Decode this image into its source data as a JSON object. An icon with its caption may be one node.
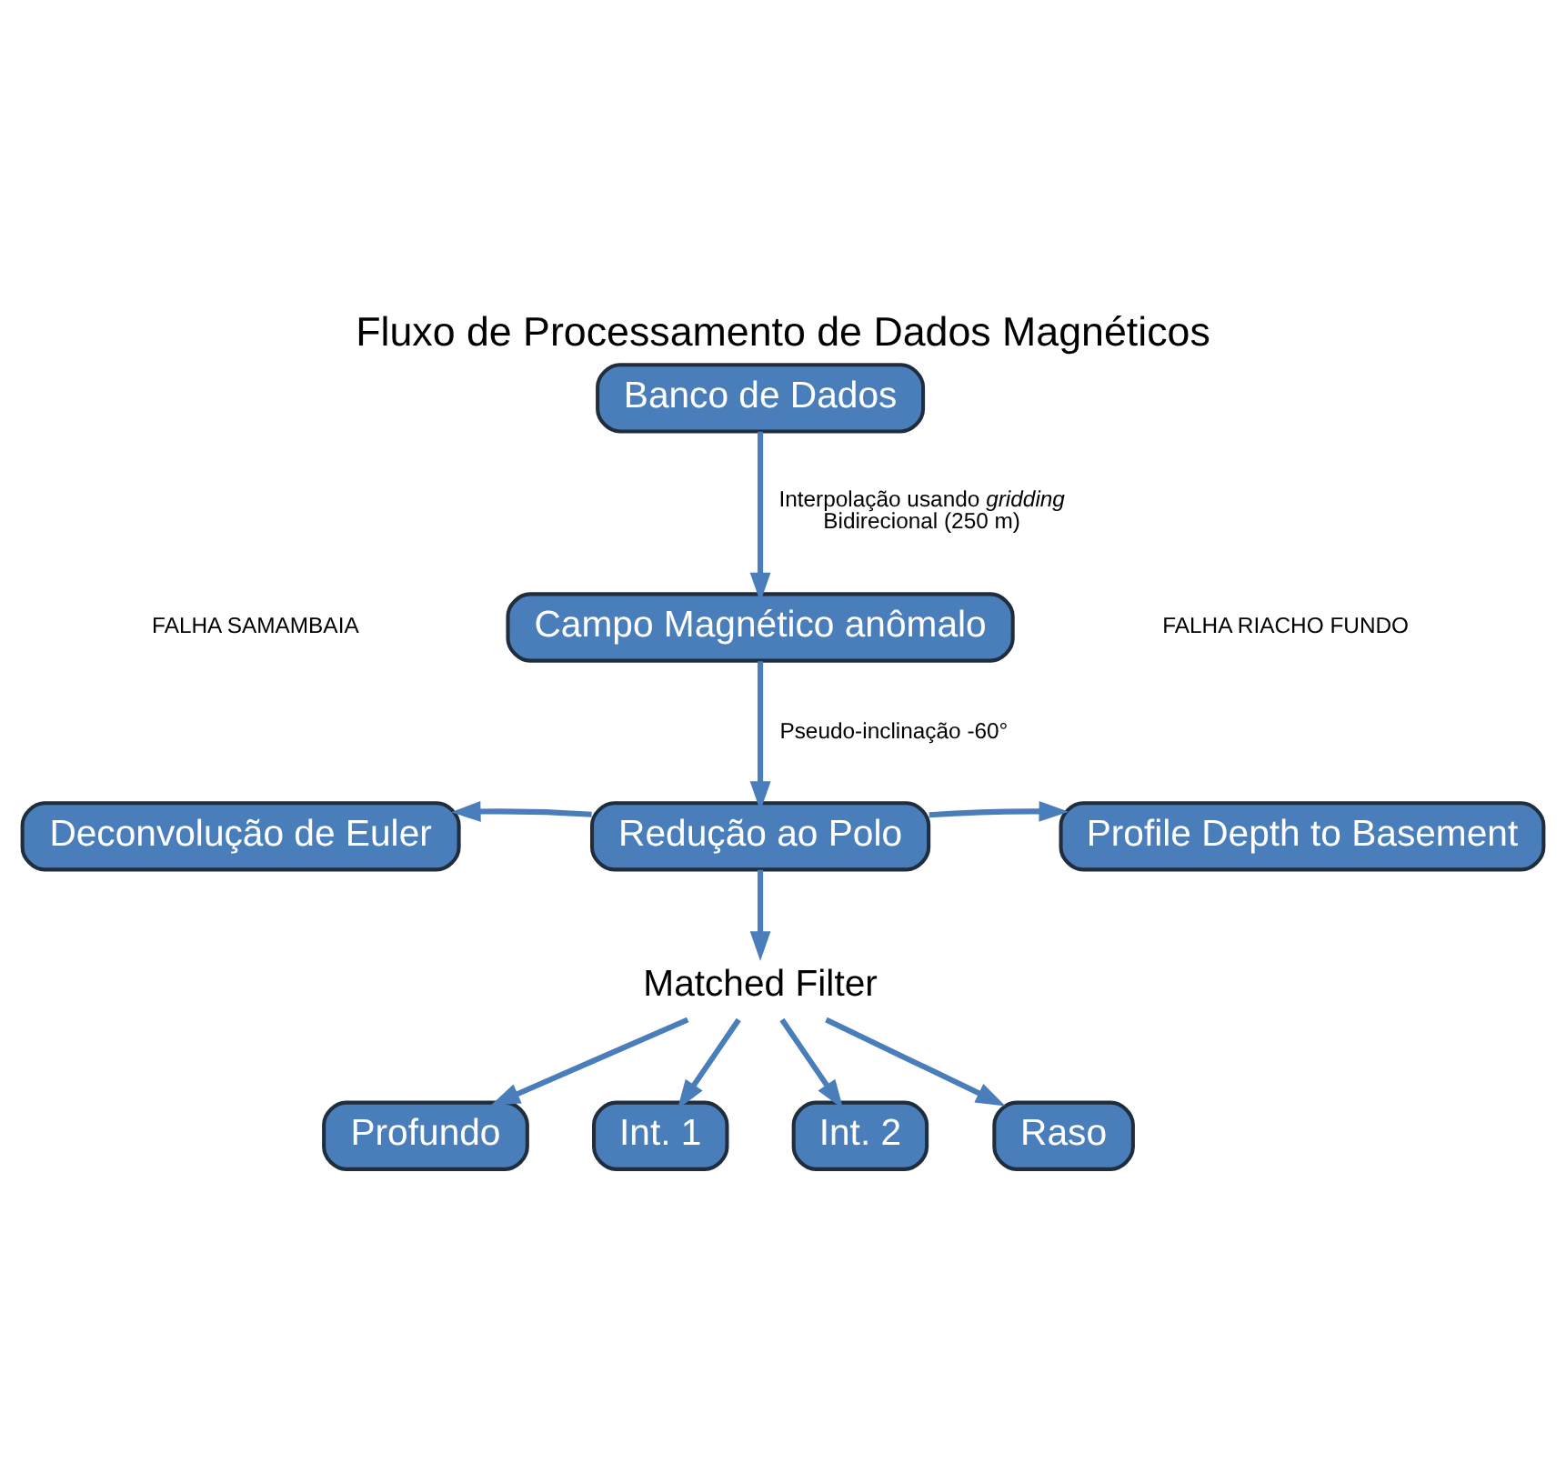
{
  "diagram": {
    "title": "Fluxo de Processamento de Dados Magnéticos",
    "nodes": [
      {
        "text": [
          "Banco de Dados"
        ]
      },
      {
        "text": [
          "Campo Magnético anômalo"
        ]
      },
      {
        "text": [
          "Redução ao Polo"
        ]
      },
      {
        "text": [
          "Deconvolução de Euler"
        ]
      },
      {
        "text": [
          "Profile Depth to Basement"
        ]
      },
      {
        "text": [
          "Matched Filter"
        ]
      },
      {
        "text": [
          "Profundo"
        ]
      },
      {
        "text": [
          "Int. 1"
        ]
      },
      {
        "text": [
          "Int. 2"
        ]
      },
      {
        "text": [
          "Raso"
        ]
      }
    ],
    "edges": [
      {
        "from": 0,
        "to": 1,
        "arrow": "to",
        "label": "Interpolação usando *gridding* Bidirecional (250 m)"
      },
      {
        "from": 1,
        "to": 2,
        "arrow": "to",
        "label": "Pseudo-inclinação -60°"
      },
      {
        "from": 2,
        "to": 3,
        "arrow": "to"
      },
      {
        "from": 2,
        "to": 4,
        "arrow": "to"
      },
      {
        "from": 2,
        "to": 5,
        "arrow": "to"
      },
      {
        "from": 5,
        "to": 6,
        "arrow": "to"
      },
      {
        "from": 5,
        "to": 7,
        "arrow": "to"
      },
      {
        "from": 5,
        "to": 8,
        "arrow": "to"
      },
      {
        "from": 5,
        "to": 9,
        "arrow": "to"
      }
    ],
    "labels": [
      "FALHA SAMAMBAIA",
      "FALHA RIACHO FUNDO"
    ]
  }
}
